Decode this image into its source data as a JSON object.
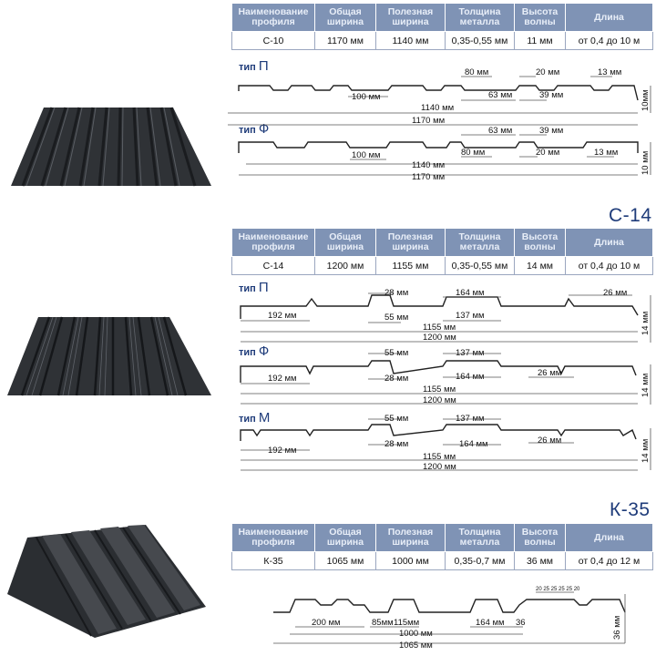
{
  "headers": [
    "Наименование профиля",
    "Общая ширина",
    "Полезная ширина",
    "Толщина металла",
    "Высота волны",
    "Длина"
  ],
  "products": [
    {
      "title": "",
      "row": [
        "С-10",
        "1170 мм",
        "1140 мм",
        "0,35-0,55 мм",
        "11 мм",
        "от 0,4 до 10 м"
      ],
      "types": [
        {
          "prefix": "тип",
          "letter": "П",
          "dims": [
            "80 мм",
            "20 мм",
            "13 мм",
            "100 мм",
            "63 мм",
            "39 мм",
            "10мм",
            "1140 мм",
            "1170 мм"
          ]
        },
        {
          "prefix": "тип",
          "letter": "Ф",
          "dims": [
            "63 мм",
            "39 мм",
            "100 мм",
            "80 мм",
            "20 мм",
            "13 мм",
            "10 мм",
            "1140 мм",
            "1170 мм"
          ]
        }
      ]
    },
    {
      "title": "С-14",
      "row": [
        "С-14",
        "1200 мм",
        "1155 мм",
        "0,35-0,55 мм",
        "14 мм",
        "от 0,4 до 10 м"
      ],
      "types": [
        {
          "prefix": "тип",
          "letter": "П",
          "dims": [
            "28 мм",
            "164 мм",
            "26 мм",
            "192 мм",
            "55 мм",
            "137 мм",
            "14 мм",
            "1155 мм",
            "1200 мм"
          ]
        },
        {
          "prefix": "тип",
          "letter": "Ф",
          "dims": [
            "55 мм",
            "137 мм",
            "192 мм",
            "28 мм",
            "164 мм",
            "26 мм",
            "14 мм",
            "1155 мм",
            "1200 мм"
          ]
        },
        {
          "prefix": "тип",
          "letter": "М",
          "dims": [
            "55 мм",
            "137 мм",
            "192 мм",
            "28 мм",
            "164 мм",
            "26 мм",
            "14 мм",
            "1155 мм",
            "1200 мм"
          ]
        }
      ]
    },
    {
      "title": "К-35",
      "row": [
        "К-35",
        "1065 мм",
        "1000 мм",
        "0,35-0,7 мм",
        "36 мм",
        "от 0,4 до 12 м"
      ],
      "types": [
        {
          "prefix": "",
          "letter": "",
          "dims": [
            "20 25 25 25 25 20",
            "200 мм",
            "85мм",
            "115мм",
            "164 мм",
            "36",
            "1000 мм",
            "1065 мм",
            "36 мм"
          ]
        }
      ]
    }
  ],
  "colors": {
    "header_bg": "#7f93b5",
    "header_text": "#e8eef8",
    "title": "#1f3c7a",
    "sheet": "#2a2d31"
  },
  "icons": [
    "roof-sheet-c10-image",
    "roof-sheet-c14-image",
    "roof-sheet-k35-image"
  ]
}
